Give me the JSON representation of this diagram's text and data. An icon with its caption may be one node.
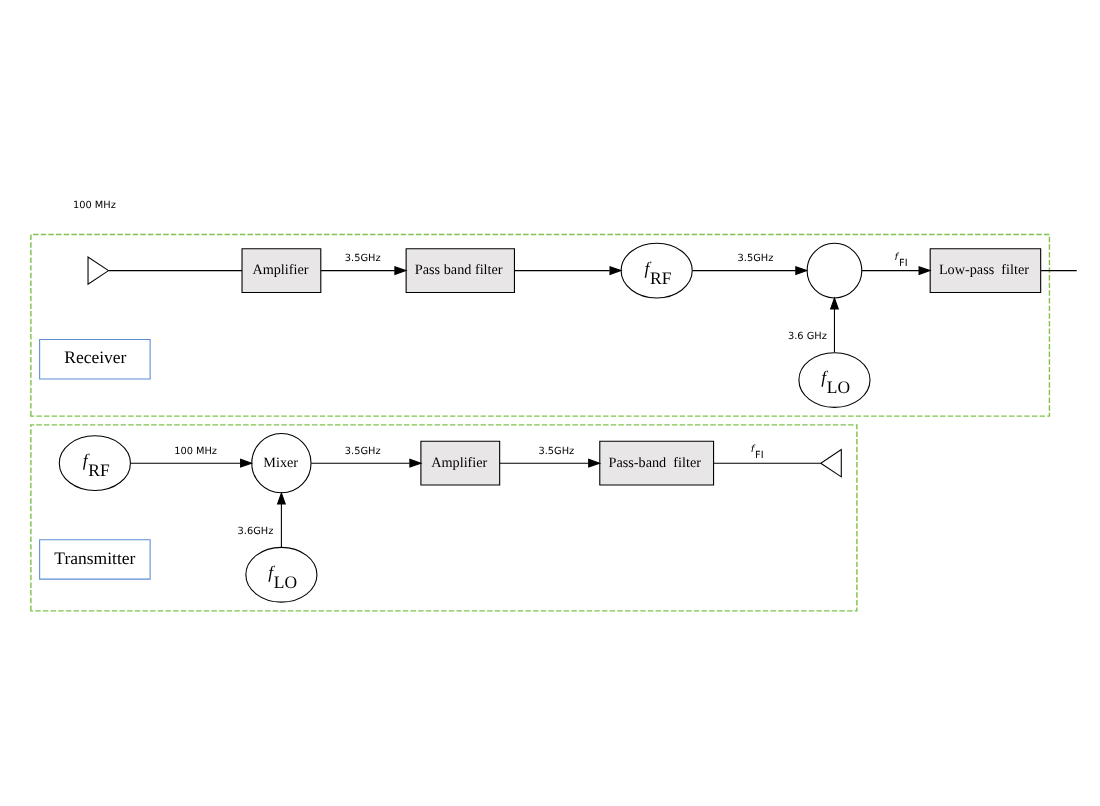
{
  "diagram": {
    "nodes": [
      {
        "text": [],
        "shape": "box"
      },
      {
        "text": [
          "*f*$_{RF}$"
        ],
        "in": 0
      },
      {
        "text": [
          "Mixer"
        ],
        "in": 0
      },
      {
        "text": [
          "Amplifier"
        ],
        "in": 0
      },
      {
        "text": [
          "*f*$_{LO}$"
        ],
        "in": 0
      },
      {
        "text": [
          "Pass-band  filter"
        ],
        "in": 0
      },
      {
        "text": [],
        "shape": "triangle",
        "in": 0
      },
      {
        "text": [
          "Transmitter"
        ],
        "in": 0
      },
      {
        "text": [],
        "shape": "box"
      },
      {
        "text": [],
        "shape": "triangle",
        "in": 8
      },
      {
        "text": [
          "Amplifier"
        ],
        "in": 8
      },
      {
        "text": [
          "Pass band filter"
        ],
        "in": 8
      },
      {
        "text": [
          "*f*$_{RF}$"
        ],
        "in": 8
      },
      {
        "text": [],
        "shape": "circle",
        "in": 8
      },
      {
        "text": [
          "*f*$_{LO}$"
        ],
        "in": 8
      },
      {
        "text": [
          "Low-pass  filter"
        ],
        "in": 8
      },
      {
        "text": [
          "Receiver"
        ],
        "in": 8
      }
    ],
    "edges": [
      {
        "from": 1,
        "to": 2,
        "arrow": "to",
        "label": "100 MHz"
      },
      {
        "from": 2,
        "to": 3,
        "arrow": "to",
        "label": "3.5GHz"
      },
      {
        "from": 4,
        "to": 2,
        "arrow": "to",
        "label": "3.6GHz"
      },
      {
        "from": 3,
        "to": 5,
        "arrow": "to",
        "label": "3.5GHz"
      },
      {
        "from": 5,
        "to": 6,
        "arrow": "none",
        "label": "*f*$_{FI}$"
      },
      {
        "from": 9,
        "to": 10,
        "arrow": "none"
      },
      {
        "from": 10,
        "to": 11,
        "arrow": "to",
        "label": "3.5GHz"
      },
      {
        "from": 11,
        "to": 12,
        "arrow": "to"
      },
      {
        "from": 12,
        "to": 13,
        "arrow": "to",
        "label": "3.5GHz"
      },
      {
        "from": 14,
        "to": 13,
        "arrow": "to",
        "label": "3.6 GHz"
      },
      {
        "from": 13,
        "to": 15,
        "arrow": "to",
        "label": "*f*$_{FI}$"
      },
      {
        "from": 15,
        "to": null,
        "arrow": "none"
      }
    ],
    "labels": [
      "100 MHz"
    ]
  }
}
